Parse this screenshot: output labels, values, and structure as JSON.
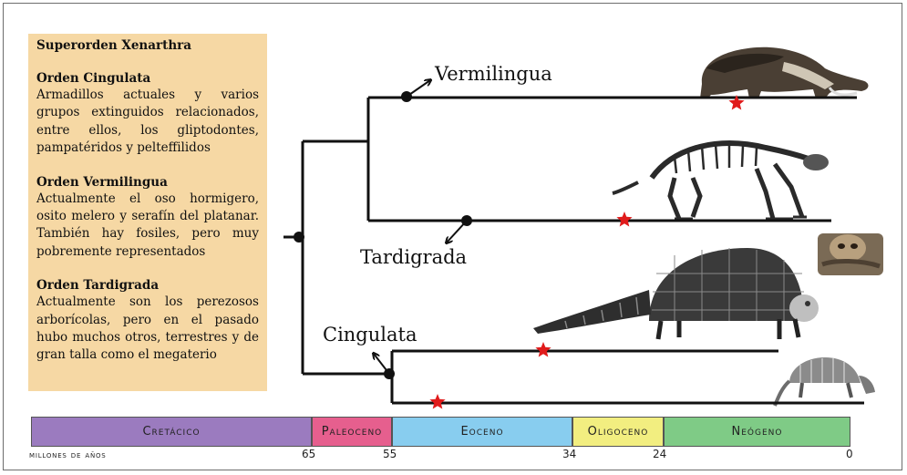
{
  "info_box": {
    "title": "Superorden Xenarthra",
    "sections": [
      {
        "heading": "Orden Cingulata",
        "text": "Armadillos actuales y varios grupos extinguidos relacionados, entre ellos, los gliptodontes, pampatéridos y pelteffilidos"
      },
      {
        "heading": "Orden Vermilingua",
        "text": "Actualmente el oso hormigero, osito melero y serafín del platanar. También hay fosiles, pero muy pobremente representados"
      },
      {
        "heading": "Orden Tardigrada",
        "text": "Actualmente son los perezosos arborícolas, pero en el pasado hubo muchos otros, terrestres y de gran talla como el megaterio"
      }
    ]
  },
  "clades": {
    "vermilingua": "Vermilingua",
    "tardigrada": "Tardigrada",
    "cingulata": "Cingulata"
  },
  "timeline": {
    "axis_label": "millones de años",
    "periods": [
      {
        "name": "Cretácico",
        "color": "#9b7bbf",
        "start": 100,
        "end": 65
      },
      {
        "name": "Paleoceno",
        "color": "#e65f8e",
        "start": 65,
        "end": 55
      },
      {
        "name": "Eoceno",
        "color": "#88cdef",
        "start": 55,
        "end": 34
      },
      {
        "name": "Oligoceno",
        "color": "#f2ee80",
        "start": 34,
        "end": 24
      },
      {
        "name": "Neógeno",
        "color": "#7fcb86",
        "start": 24,
        "end": 0
      }
    ],
    "ticks": [
      "65",
      "55",
      "34",
      "24",
      "0"
    ]
  },
  "colors": {
    "star": "#e01b1b",
    "tree_line": "#111111"
  },
  "images": [
    "giant-anteater",
    "ground-sloth-skeleton",
    "tree-sloth",
    "glyptodont",
    "armadillo"
  ]
}
